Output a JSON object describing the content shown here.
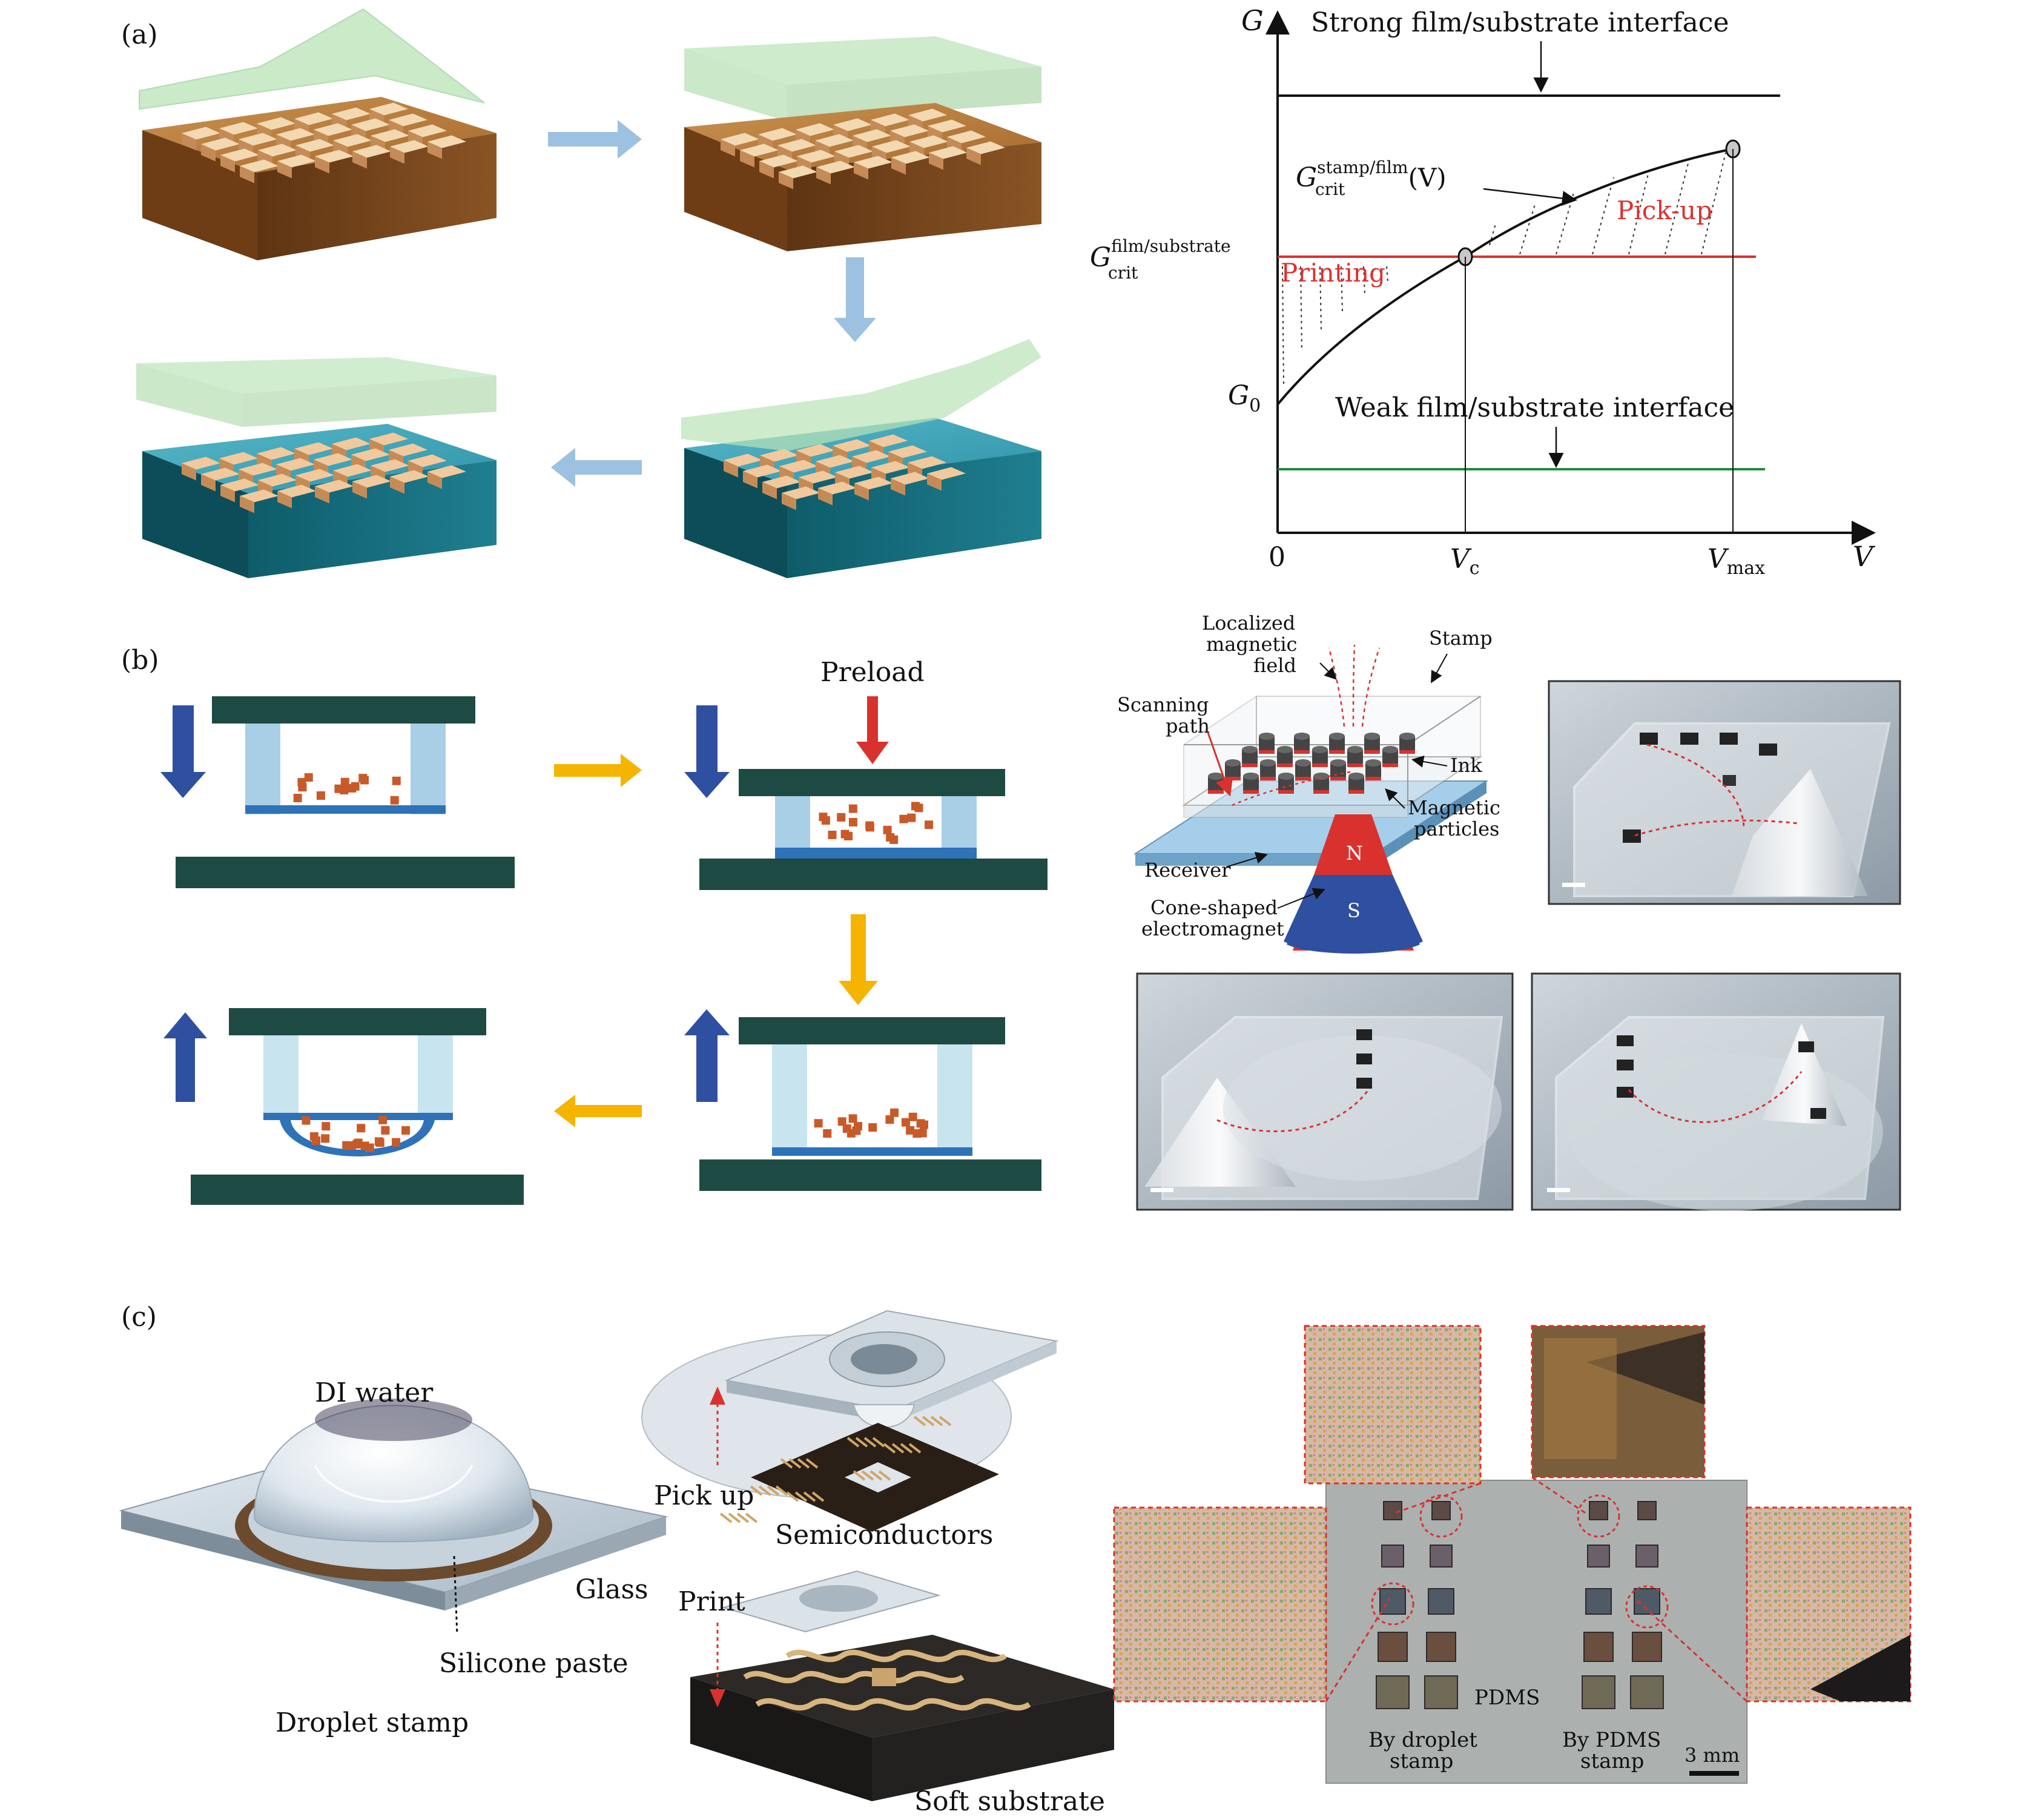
{
  "panels": {
    "a": "(a)",
    "b": "(b)",
    "c": "(c)"
  },
  "graph": {
    "y_axis": "G",
    "x_axis": "V",
    "origin": "0",
    "strong_label": "Strong film/substrate interface",
    "weak_label": "Weak film/substrate interface",
    "g0": "G",
    "g0_sub": "0",
    "gcrit_main": "G",
    "gcrit_sup": "stamp/film",
    "gcrit_sub": "crit",
    "gcrit_arg": "(V)",
    "gfs_main": "G",
    "gfs_sup": "film/substrate",
    "gfs_sub": "crit",
    "pickup": "Pick-up",
    "printing": "Printing",
    "vc": "V",
    "vc_sub": "c",
    "vmax": "V",
    "vmax_sub": "max"
  },
  "panel_b": {
    "preload": "Preload",
    "magnetic_field_1": "Localized",
    "magnetic_field_2": "magnetic",
    "magnetic_field_3": "field",
    "stamp": "Stamp",
    "scanning_1": "Scanning",
    "scanning_2": "path",
    "ink": "Ink",
    "magnetic_particles_1": "Magnetic",
    "magnetic_particles_2": "particles",
    "receiver": "Receiver",
    "pole_n": "N",
    "pole_s": "S",
    "electromagnet_1": "Cone-shaped",
    "electromagnet_2": "electromagnet"
  },
  "panel_c": {
    "di_water": "DI water",
    "glass": "Glass",
    "silicone_paste": "Silicone paste",
    "droplet_stamp": "Droplet stamp",
    "pick_up": "Pick up",
    "semiconductors": "Semiconductors",
    "print": "Print",
    "soft_substrate": "Soft substrate",
    "pdms": "PDMS",
    "by_droplet_1": "By droplet",
    "by_droplet_2": "stamp",
    "by_pdms_1": "By PDMS",
    "by_pdms_2": "stamp",
    "scale": "3 mm"
  },
  "colors": {
    "red": "#d9322e",
    "green": "#1f8a3a",
    "arrow_blue_light": "#9dc1e0",
    "arrow_blue_dark": "#2f4fa0",
    "arrow_yellow": "#f4b400",
    "plate": "#1e4a44"
  }
}
